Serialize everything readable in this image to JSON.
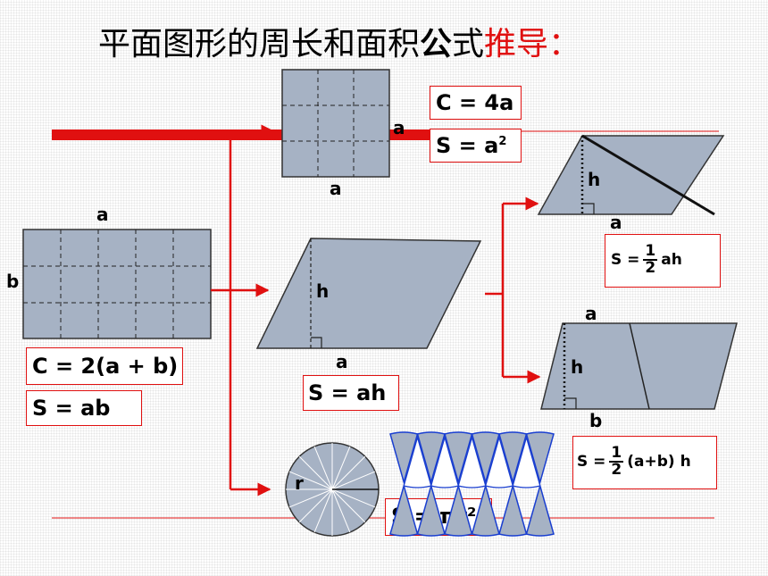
{
  "title": {
    "part1": "平面图形的周长和面积",
    "part2": "公",
    "part3": "式",
    "part4": "推导："
  },
  "labels": {
    "a": "a",
    "b": "b",
    "h": "h",
    "r": "r"
  },
  "formulas": {
    "square_c": "C = 4a",
    "square_s_base": "S = a",
    "square_s_exp": "2",
    "rect_c": "C = 2(a + b)",
    "rect_s": "S  =  ab",
    "para_s": "S = ah",
    "tri_s_left": "S  =",
    "tri_num": "1",
    "tri_den": "2",
    "tri_s_right": "ah",
    "trap_s_left": "S =",
    "trap_num": "1",
    "trap_den": "2",
    "trap_s_right": "(a+b) h",
    "circle_s": "S = πr²"
  },
  "colors": {
    "shape_fill": "#a6b2c4",
    "accent": "#e01010",
    "dash": "#222222"
  }
}
